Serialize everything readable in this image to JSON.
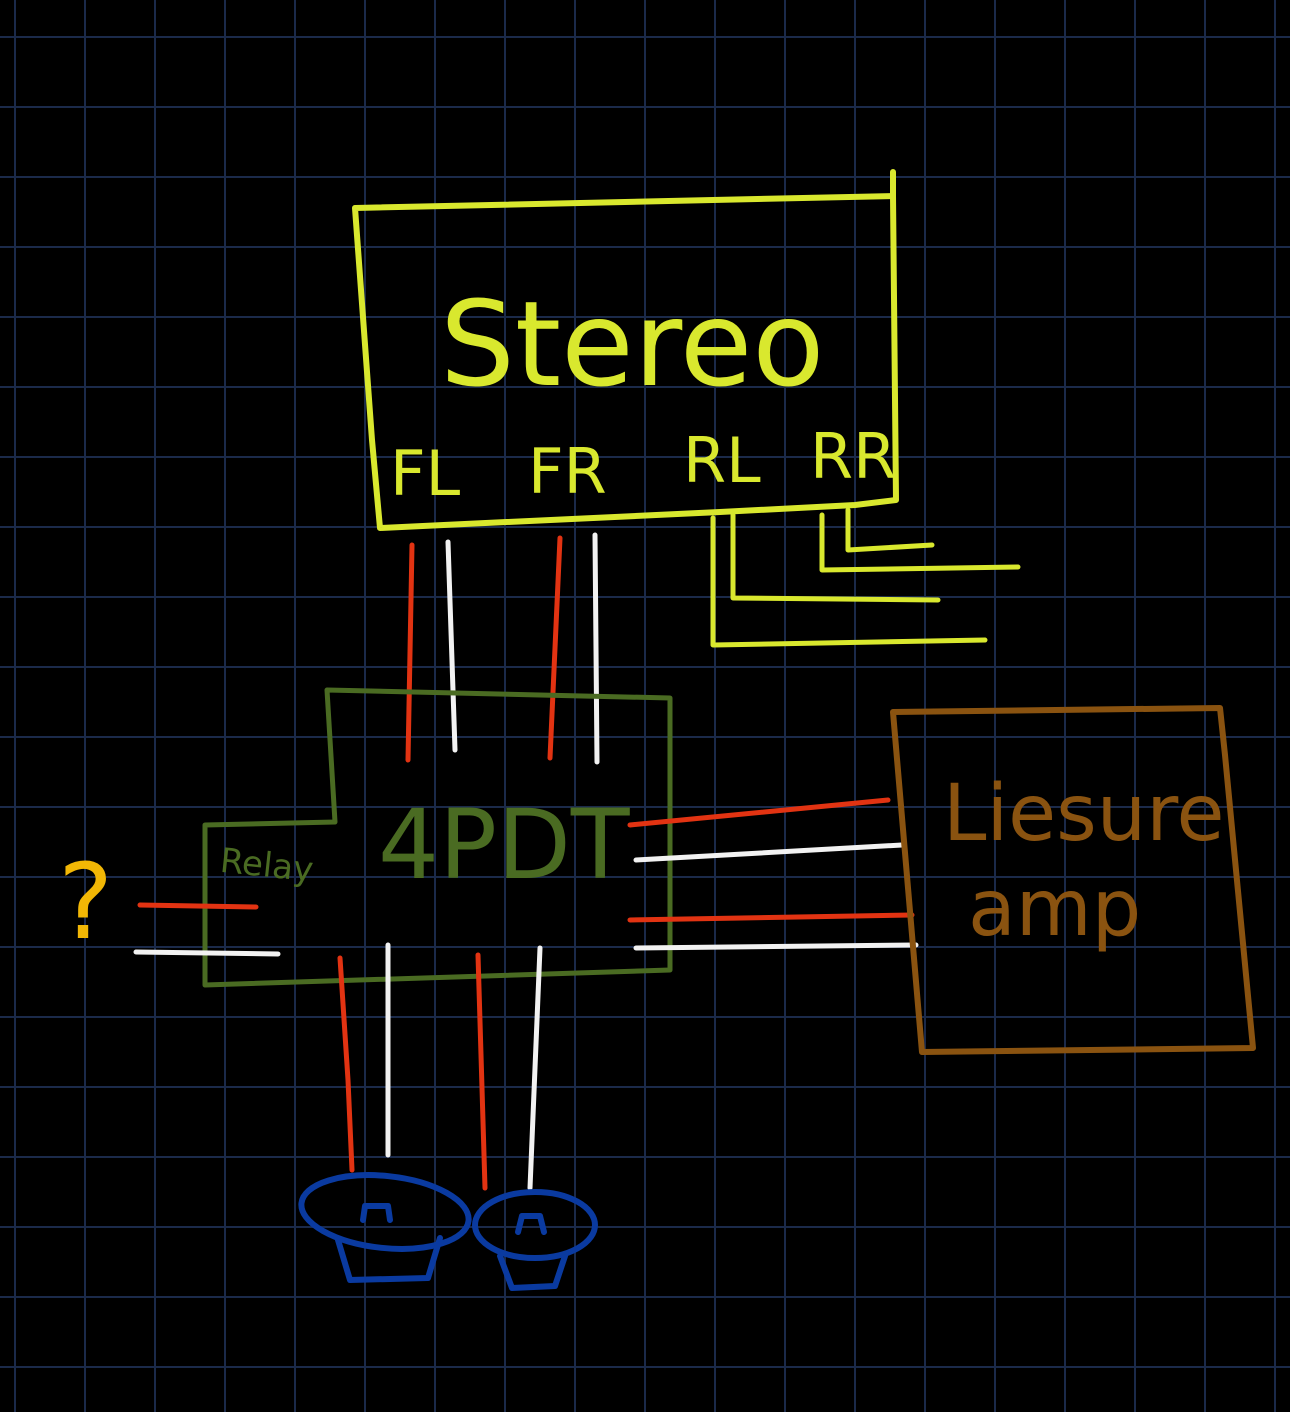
{
  "diagram": {
    "stereo": {
      "title": "Stereo",
      "channels": [
        "FL",
        "FR",
        "RL",
        "RR"
      ]
    },
    "switch": {
      "title": "4PDT",
      "sub_label": "Relay"
    },
    "amp": {
      "title_line1": "Liesure",
      "title_line2": "amp"
    },
    "unknown_source": {
      "label": "?"
    }
  },
  "colors": {
    "background": "#000000",
    "grid": "#1b2a4a",
    "stereo": "#d9e82e",
    "switch": "#4a6b22",
    "amp": "#8a5310",
    "question": "#f2b705",
    "positive_wire": "#e23312",
    "negative_wire": "#f2f2f2",
    "speaker": "#0a3aa0"
  },
  "icons": {
    "speaker": "speaker-icon",
    "question": "question-mark-icon"
  }
}
